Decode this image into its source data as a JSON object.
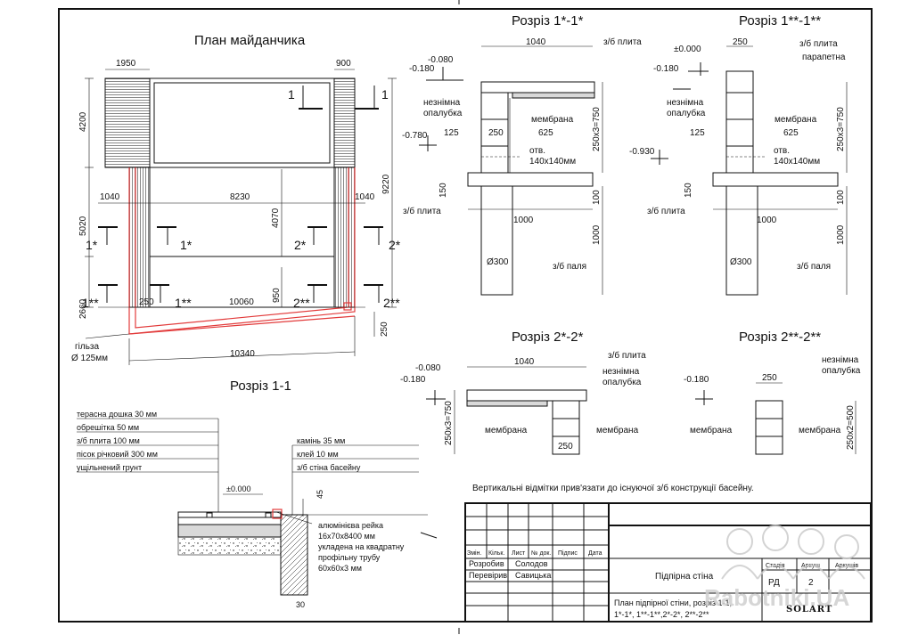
{
  "sheet": {
    "plan_title": "План майданчика",
    "sec11_title": "Розріз 1-1",
    "sec1s_title": "Розріз 1*-1*",
    "sec1ss_title": "Розріз 1**-1**",
    "sec2s_title": "Розріз 2*-2*",
    "sec2ss_title": "Розріз 2**-2**",
    "note": "Вертикальні відмітки прив'язати до існуючої з/б конструкції басейну."
  },
  "plan": {
    "dims": {
      "d1950": "1950",
      "d900": "900",
      "d4200": "4200",
      "d5020": "5020",
      "d2660": "2660",
      "d9220": "9220",
      "d1040a": "1040",
      "d8230": "8230",
      "d1040b": "1040",
      "d4070": "4070",
      "d250": "250",
      "d10060": "10060",
      "d950": "950",
      "d250b": "250",
      "d10340": "10340"
    },
    "sleeve": "гільза",
    "sleeve_d": "Ø 125мм",
    "marks": {
      "m1": "1",
      "m1b": "1",
      "m1s": "1*",
      "m1sb": "1*",
      "m2s": "2*",
      "m2sb": "2*",
      "m1ss": "1**",
      "m1ssb": "1**",
      "m2ss": "2**",
      "m2ssb": "2**"
    }
  },
  "sec11": {
    "layers": [
      "терасна дошка 30 мм",
      "обрешітка 50 мм",
      "з/б плита 100 мм",
      "пісок річковий 300 мм",
      "ущільнений грунт"
    ],
    "right_layers": [
      "камінь 35 мм",
      "клей 10 мм",
      "з/б стіна басейну"
    ],
    "level": "±0.000",
    "d45": "45",
    "d30": "30",
    "rail": [
      "алюмінієва рейка",
      "16х70х8400 мм",
      "укладена на квадратну",
      "профільну трубу",
      "60х60х3 мм"
    ]
  },
  "sec1s": {
    "d1040": "1040",
    "slab": "з/б плита",
    "l080": "-0.080",
    "l180": "-0.180",
    "formwork": [
      "незнімна",
      "опалубка"
    ],
    "membrane": "мембрана",
    "d125": "125",
    "d250": "250",
    "d625": "625",
    "l780": "-0.780",
    "hole": [
      "отв.",
      "140х140мм"
    ],
    "d250x3": "250х3=750",
    "d150": "150",
    "slab2": "з/б плита",
    "d100": "100",
    "d1000a": "1000",
    "d1000b": "1000",
    "pile_d": "Ø300",
    "pile": "з/б паля"
  },
  "sec1ss": {
    "d250": "250",
    "l000": "±0.000",
    "slab": "з/б плита",
    "parapet": "парапетна",
    "l180": "-0.180",
    "formwork": [
      "незнімна",
      "опалубка"
    ],
    "membrane": "мембрана",
    "d125": "125",
    "d625": "625",
    "l930": "-0.930",
    "hole": [
      "отв.",
      "140х140мм"
    ],
    "d250x3": "250х3=750",
    "d150": "150",
    "slab2": "з/б плита",
    "d100": "100",
    "d1000a": "1000",
    "d1000b": "1000",
    "pile_d": "Ø300",
    "pile": "з/б паля"
  },
  "sec2s": {
    "d1040": "1040",
    "slab": "з/б плита",
    "l080": "-0.080",
    "l180": "-0.180",
    "formwork": [
      "незнімна",
      "опалубка"
    ],
    "membrane_l": "мембрана",
    "membrane_r": "мембрана",
    "d250x3": "250х3=750",
    "d250": "250"
  },
  "sec2ss": {
    "formwork": [
      "незнімна",
      "опалубка"
    ],
    "l180": "-0.180",
    "d250": "250",
    "membrane_l": "мембрана",
    "membrane_r": "мембрана",
    "d250x2": "250х2=500"
  },
  "stamp": {
    "headers": [
      "Змін.",
      "Кільк.",
      "Лист",
      "№ док.",
      "Підпис",
      "Дата"
    ],
    "developed_label": "Розробив",
    "developed_name": "Солодов",
    "checked_label": "Перевірив",
    "checked_name": "Савицька",
    "object": "Підпірна стіна",
    "stage_h": "Стадія",
    "sheet_h": "Аркуш",
    "sheets_h": "Аркушів",
    "stage": "РД",
    "sheet_no": "2",
    "contents": [
      "План підпірної стіни, розріз 1-1,",
      "1*-1*, 1**-1**,2*-2*, 2**-2**"
    ],
    "company": "SOLART"
  },
  "watermark": "Rabotniki.UA"
}
